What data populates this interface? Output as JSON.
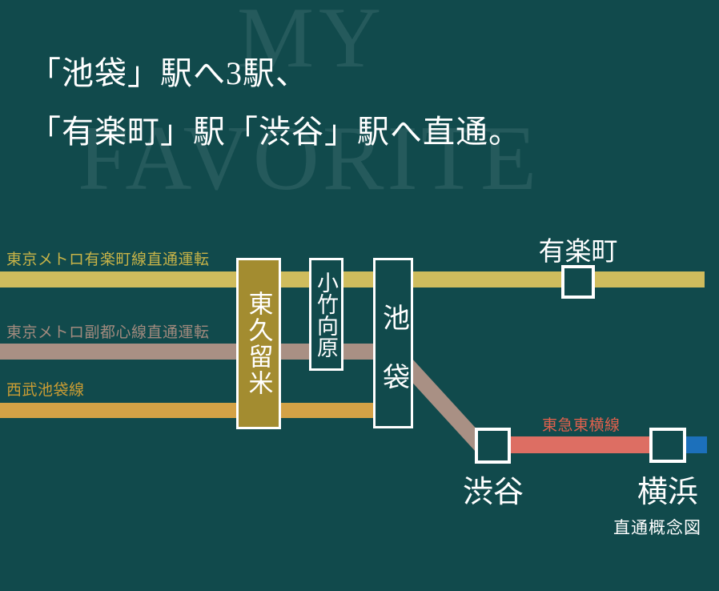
{
  "watermark": {
    "line1": "MY",
    "line2": "FAVORITE"
  },
  "headline": {
    "line1": "「池袋」駅へ3駅、",
    "line2": "「有楽町」駅「渋谷」駅へ直通。"
  },
  "lines": {
    "yurakucho": {
      "label": "東京メトロ有楽町線直通運転",
      "bar_color": "#cfbc5d",
      "label_color": "#c7b348"
    },
    "fukutoshin": {
      "label": "東京メトロ副都心線直通運転",
      "bar_color": "#a99084",
      "label_color": "#a18a7e"
    },
    "seibu": {
      "label": "西武池袋線",
      "bar_color": "#d4a246",
      "label_color": "#cb9d33"
    },
    "toyoko": {
      "label": "東急東横線",
      "bar_color": "#dd6e63",
      "label_color": "#e0604c"
    },
    "yokohama_blue": {
      "bar_color": "#1c70bb"
    }
  },
  "stations": {
    "higashikurume": {
      "name": "東久留米",
      "box_color": "#a38c30"
    },
    "kotakemukaihara": {
      "name": "小竹向原"
    },
    "ikebukuro": {
      "name": "池袋"
    },
    "yurakucho": {
      "name": "有楽町"
    },
    "shibuya": {
      "name": "渋谷"
    },
    "yokohama": {
      "name": "横浜"
    }
  },
  "caption": "直通概念図",
  "colors": {
    "background": "#114a4c",
    "text": "#ffffff"
  }
}
